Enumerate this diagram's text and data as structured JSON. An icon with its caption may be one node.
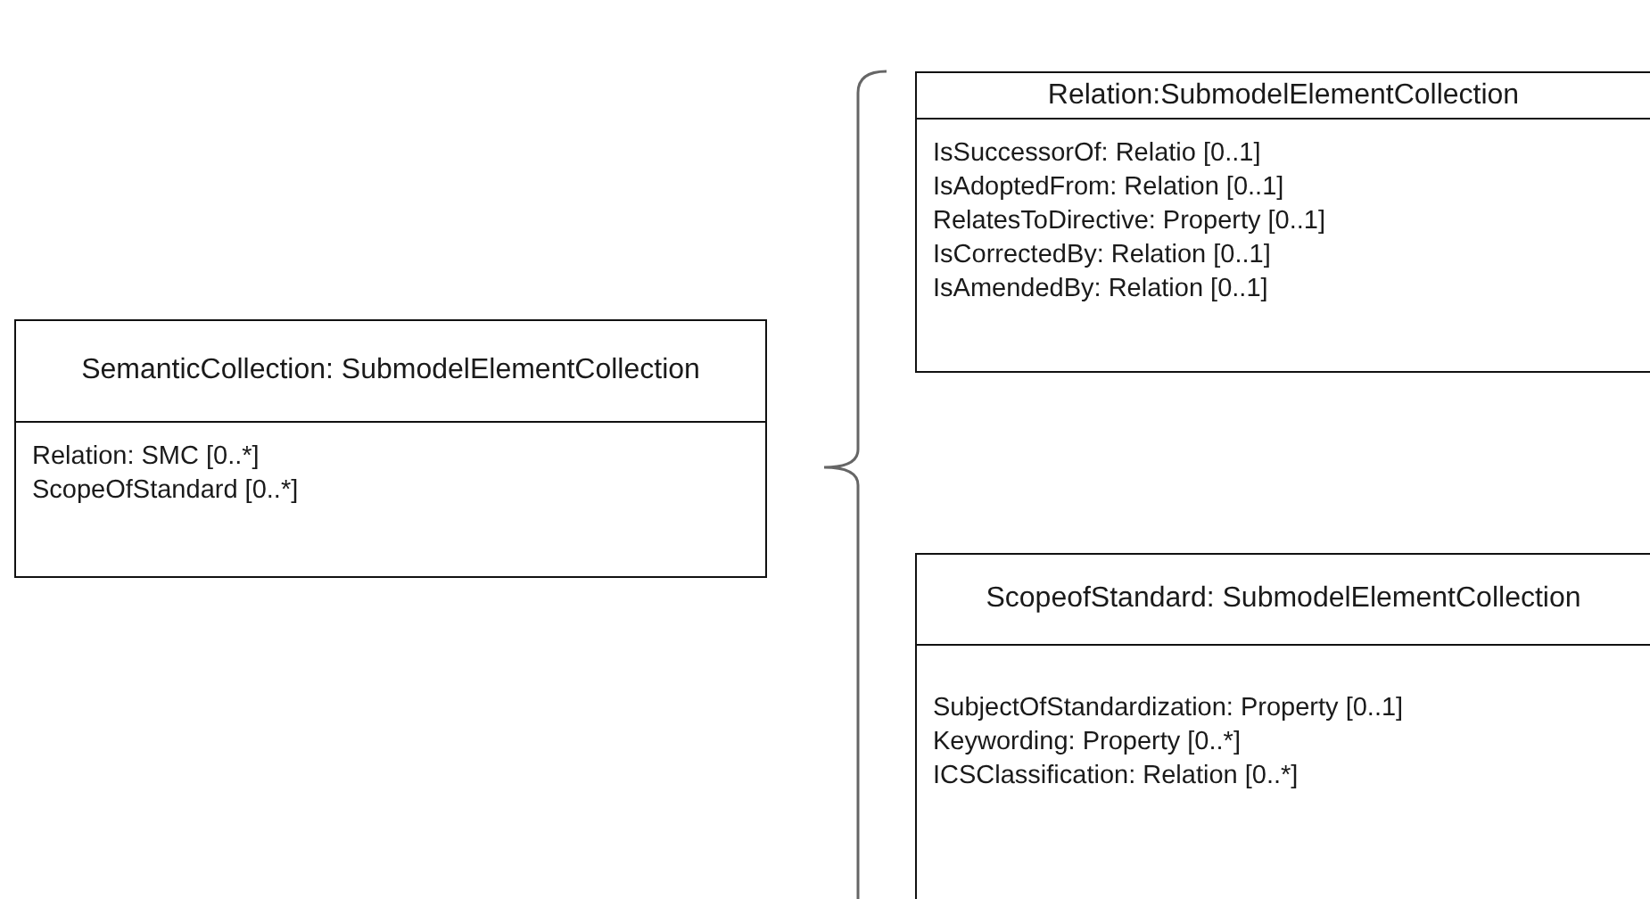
{
  "diagram": {
    "nodes": [
      {
        "text": [
          "SemanticCollection: SubmodelElementCollection",
          "Relation: SMC [0..*]",
          "ScopeOfStandard [0..*]"
        ]
      },
      {
        "text": [
          "Relation:SubmodelElementCollection",
          "IsSuccessorOf: Relatio [0..1]",
          "IsAdoptedFrom: Relation [0..1]",
          "RelatesToDirective:  Property [0..1]",
          "IsCorrectedBy: Relation [0..1]",
          "IsAmendedBy: Relation [0..1]"
        ]
      },
      {
        "text": [
          "ScopeofStandard: SubmodelElementCollection",
          "SubjectOfStandardization: Property [0..1]",
          "Keywording:  Property [0..*]",
          "ICSClassification: Relation [0..*]"
        ]
      }
    ],
    "edges": []
  }
}
